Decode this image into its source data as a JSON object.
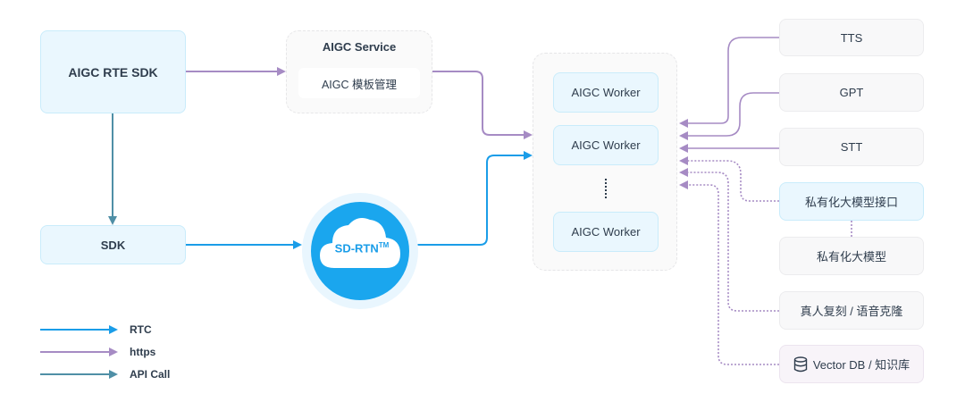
{
  "left": {
    "aigc_rte_sdk": "AIGC RTE SDK",
    "sdk": "SDK"
  },
  "service": {
    "title": "AIGC Service",
    "module": "AIGC 模板管理"
  },
  "network": {
    "label": "SD-RTN",
    "trademark": "TM"
  },
  "workers": {
    "items": [
      "AIGC Worker",
      "AIGC Worker",
      "AIGC Worker"
    ],
    "ellipsis": "⋮"
  },
  "right": {
    "tts": "TTS",
    "gpt": "GPT",
    "stt": "STT",
    "private_model_api": "私有化大模型接口",
    "private_model": "私有化大模型",
    "voice_clone": "真人复刻 / 语音克隆",
    "vector_db": "Vector DB / 知识库",
    "vector_db_icon": "database-icon"
  },
  "legend": {
    "rtc": "RTC",
    "https": "https",
    "api_call": "API Call"
  },
  "colors": {
    "rtc": "#1a9de8",
    "https": "#a68bc4",
    "api_call": "#4f8fa6",
    "box_blue_bg": "#eaf7fe",
    "cloud_circle": "#1aa6ee"
  }
}
